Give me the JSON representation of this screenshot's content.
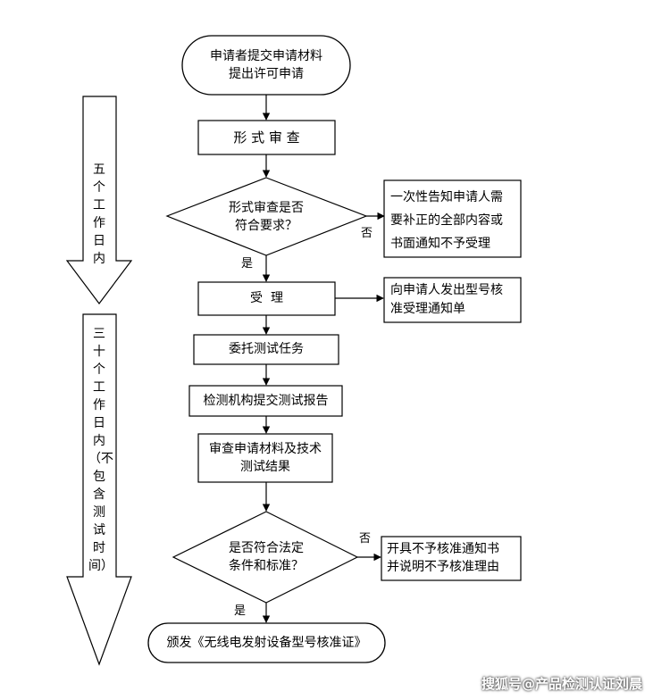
{
  "nodes": {
    "start": "申请者提交申请材料\n提出许可申请",
    "formal_review": "形 式 审 查",
    "decision_formal": "形式审查是否\n符合要求？",
    "notify_correction": "一次性告知申请人需\n要补正的全部内容或\n书面通知不予受理",
    "accept": "受  理",
    "notify_accept": "向申请人发出型号核\n准受理通知单",
    "test_task": "委托测试任务",
    "test_report": "检测机构提交测试报告",
    "review_results": "审查申请材料及技术\n测试结果",
    "decision_legal": "是否符合法定\n条件和标准？",
    "notify_reject": "开具不予核准通知书\n并说明不予核准理由",
    "issue": "颁发《无线电发射设备型号核准证》"
  },
  "labels": {
    "no_1": "否",
    "yes_1": "是",
    "no_2": "否",
    "yes_2": "是"
  },
  "timeline": {
    "phase1": "五个工作日内",
    "phase2": "三十个工作日内（不包含测试时间）"
  },
  "watermark": "搜狐号@产品检测认证刘晨"
}
